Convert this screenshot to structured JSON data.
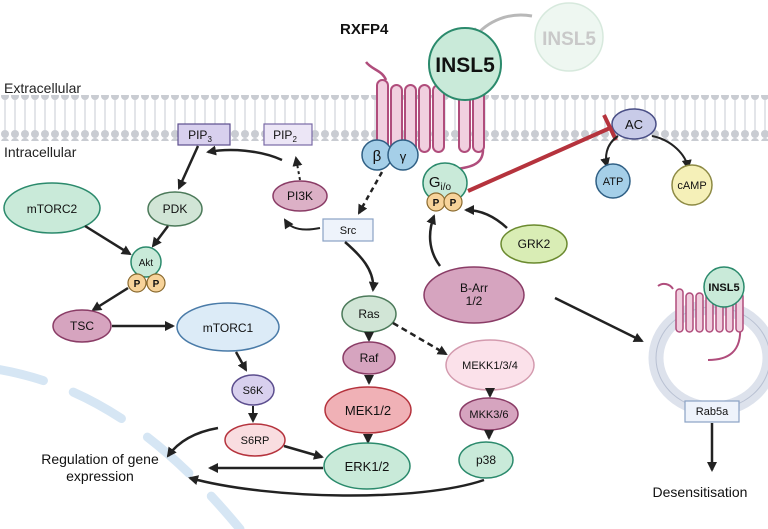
{
  "receptor": {
    "name": "RXFP4"
  },
  "ligand": {
    "label": "INSL5",
    "faded_label": "INSL5"
  },
  "regions": {
    "extracellular": "Extracellular",
    "intracellular": "Intracellular"
  },
  "nodes": {
    "pip3": {
      "base": "PIP",
      "sub": "3"
    },
    "pip2": {
      "base": "PIP",
      "sub": "2"
    },
    "ac": "AC",
    "beta": "β",
    "gamma": "γ",
    "gio": {
      "base": "G",
      "sub": "i/o"
    },
    "phospho": "P",
    "atp": "ATP",
    "camp": "cAMP",
    "mtorc2": "mTORC2",
    "pdk": "PDK",
    "pi3k": "PI3K",
    "src": "Src",
    "grk2": "GRK2",
    "akt": "Akt",
    "barr": {
      "line1": "B-Arr",
      "line2": "1/2"
    },
    "tsc": "TSC",
    "mtorc1": "mTORC1",
    "ras": "Ras",
    "raf": "Raf",
    "mekk": "MEKK1/3/4",
    "s6k": "S6K",
    "s6rp": "S6RP",
    "mek12": "MEK1/2",
    "mkk": "MKK3/6",
    "erk": "ERK1/2",
    "p38": "p38",
    "rab5a": "Rab5a"
  },
  "labels": {
    "gene_line1": "Regulation of gene",
    "gene_line2": "expression",
    "desensitisation": "Desensitisation",
    "endosome_insl5": "INSL5"
  },
  "colors": {
    "receptor": "#b04d7c",
    "receptor_fill": "#f1cfdf",
    "inhibition": "#b5333d",
    "membrane": "#c9ccd2"
  }
}
